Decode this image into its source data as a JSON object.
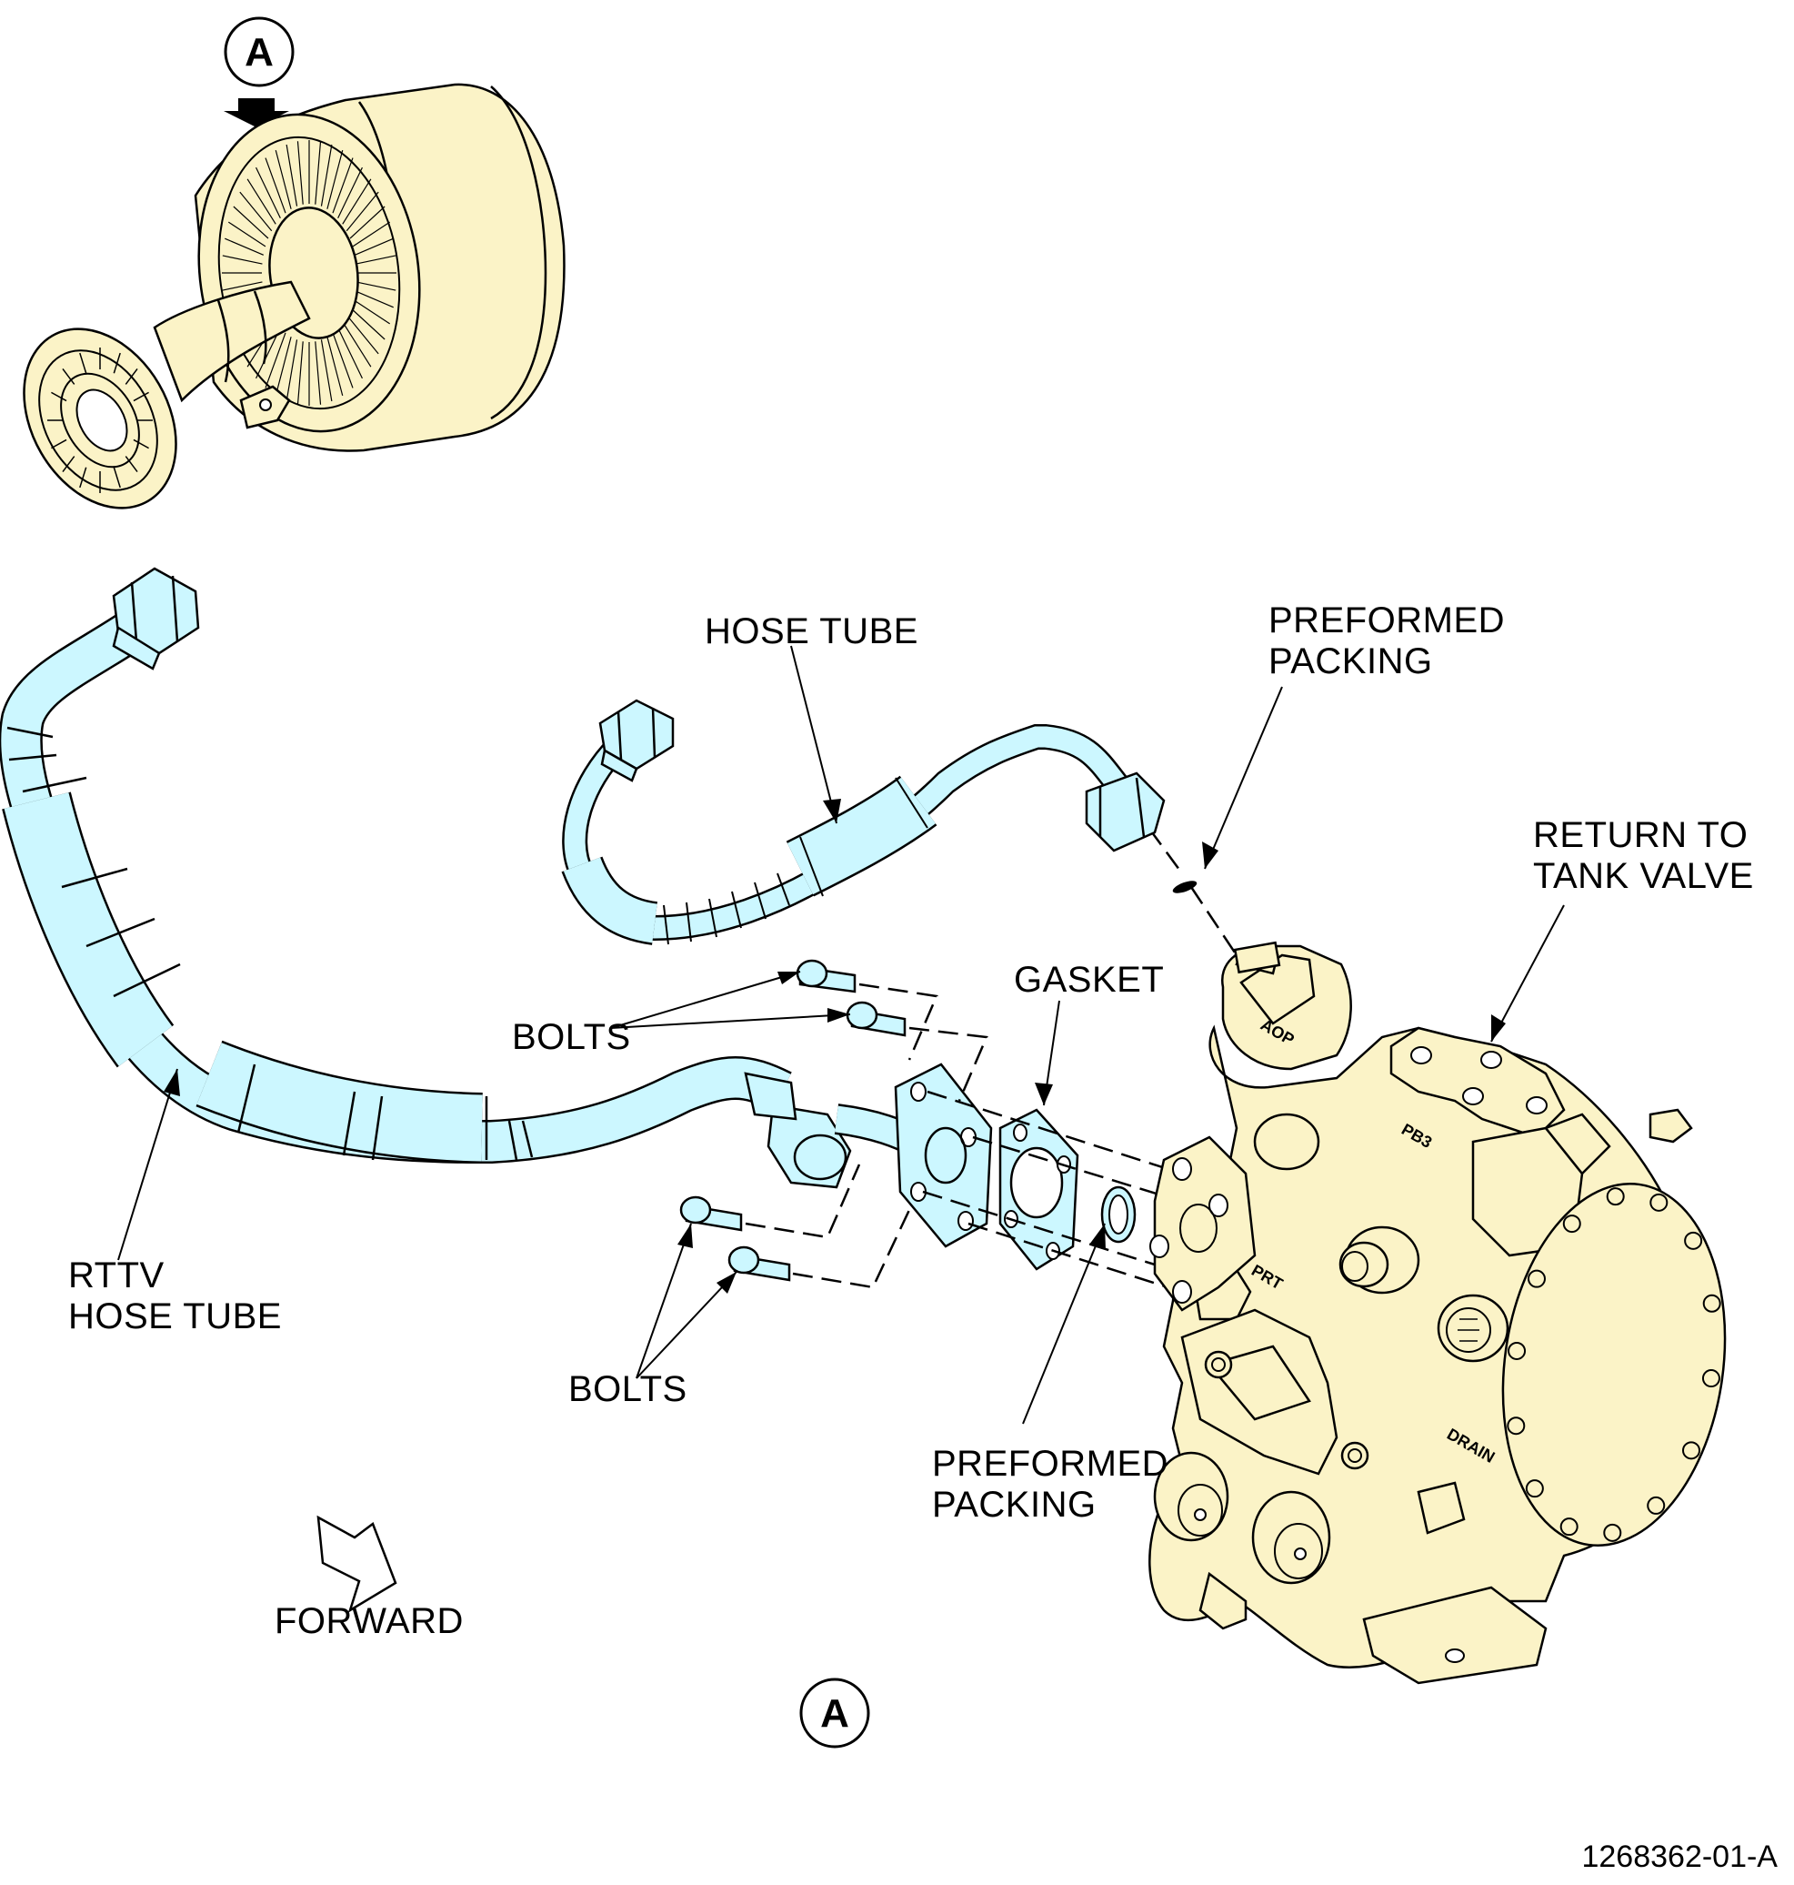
{
  "colors": {
    "engine_fill": "#fbf3c7",
    "hose_fill": "#ccf7ff",
    "outline": "#000000"
  },
  "view_marker": {
    "letter": "A"
  },
  "labels": {
    "hose_tube": "HOSE TUBE",
    "preformed_packing_top": [
      "PREFORMED",
      "PACKING"
    ],
    "return_to_tank_valve": [
      "RETURN TO",
      "TANK VALVE"
    ],
    "gasket": "GASKET",
    "bolts_upper": "BOLTS",
    "bolts_lower": "BOLTS",
    "rttv_hose_tube": [
      "RTTV",
      "HOSE TUBE"
    ],
    "preformed_packing_bottom": [
      "PREFORMED",
      "PACKING"
    ],
    "forward": "FORWARD"
  },
  "valve_markings": [
    "AOP",
    "PB3",
    "PRT",
    "DRAIN"
  ],
  "figure_number": "1268362-01-A"
}
